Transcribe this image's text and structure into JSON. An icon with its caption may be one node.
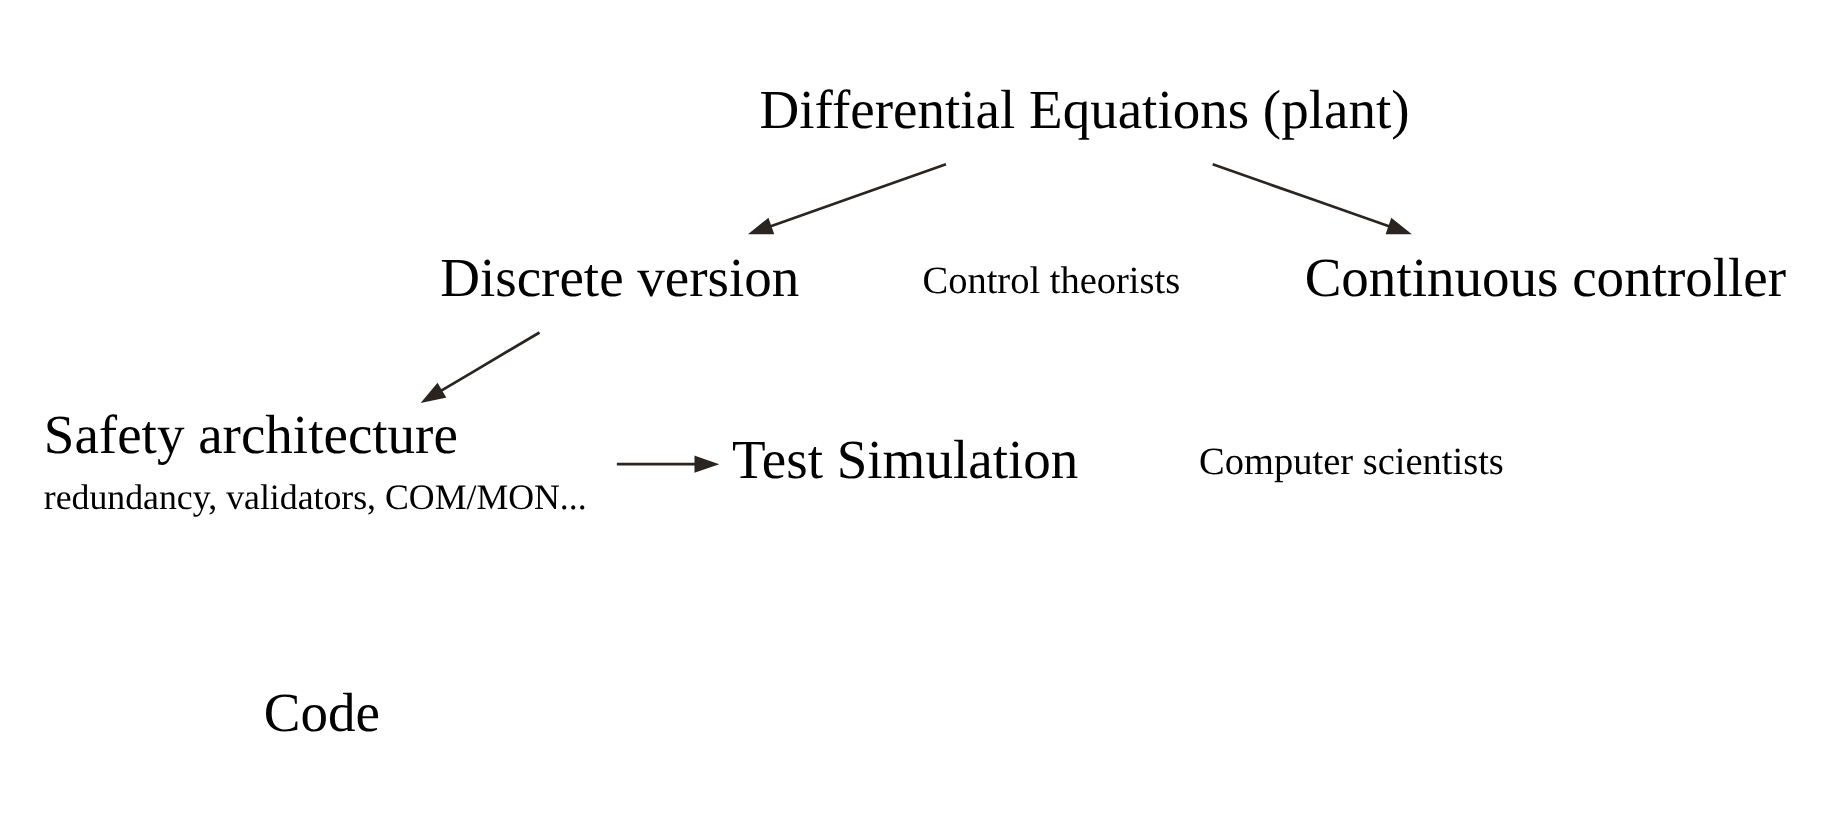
{
  "diagram": {
    "nodes": [
      {
        "text": [
          "Differential Equations (plant)"
        ]
      },
      {
        "text": [
          "Continuous controller"
        ]
      },
      {
        "text": [
          "Discrete version"
        ]
      },
      {
        "text": [
          "Safety architecture"
        ],
        "beside": [
          "redundancy, validators, COM/MON..."
        ]
      },
      {
        "text": [
          "Test Simulation"
        ]
      }
    ],
    "edges": [
      {
        "from": 0,
        "to": 1,
        "arrow": "to"
      },
      {
        "from": 0,
        "to": 2,
        "arrow": "to"
      },
      {
        "from": 2,
        "to": 3,
        "arrow": "to"
      },
      {
        "from": 3,
        "to": 4,
        "arrow": "to"
      }
    ],
    "labels": [
      "Control theorists",
      "Computer scientists",
      "Code"
    ]
  }
}
